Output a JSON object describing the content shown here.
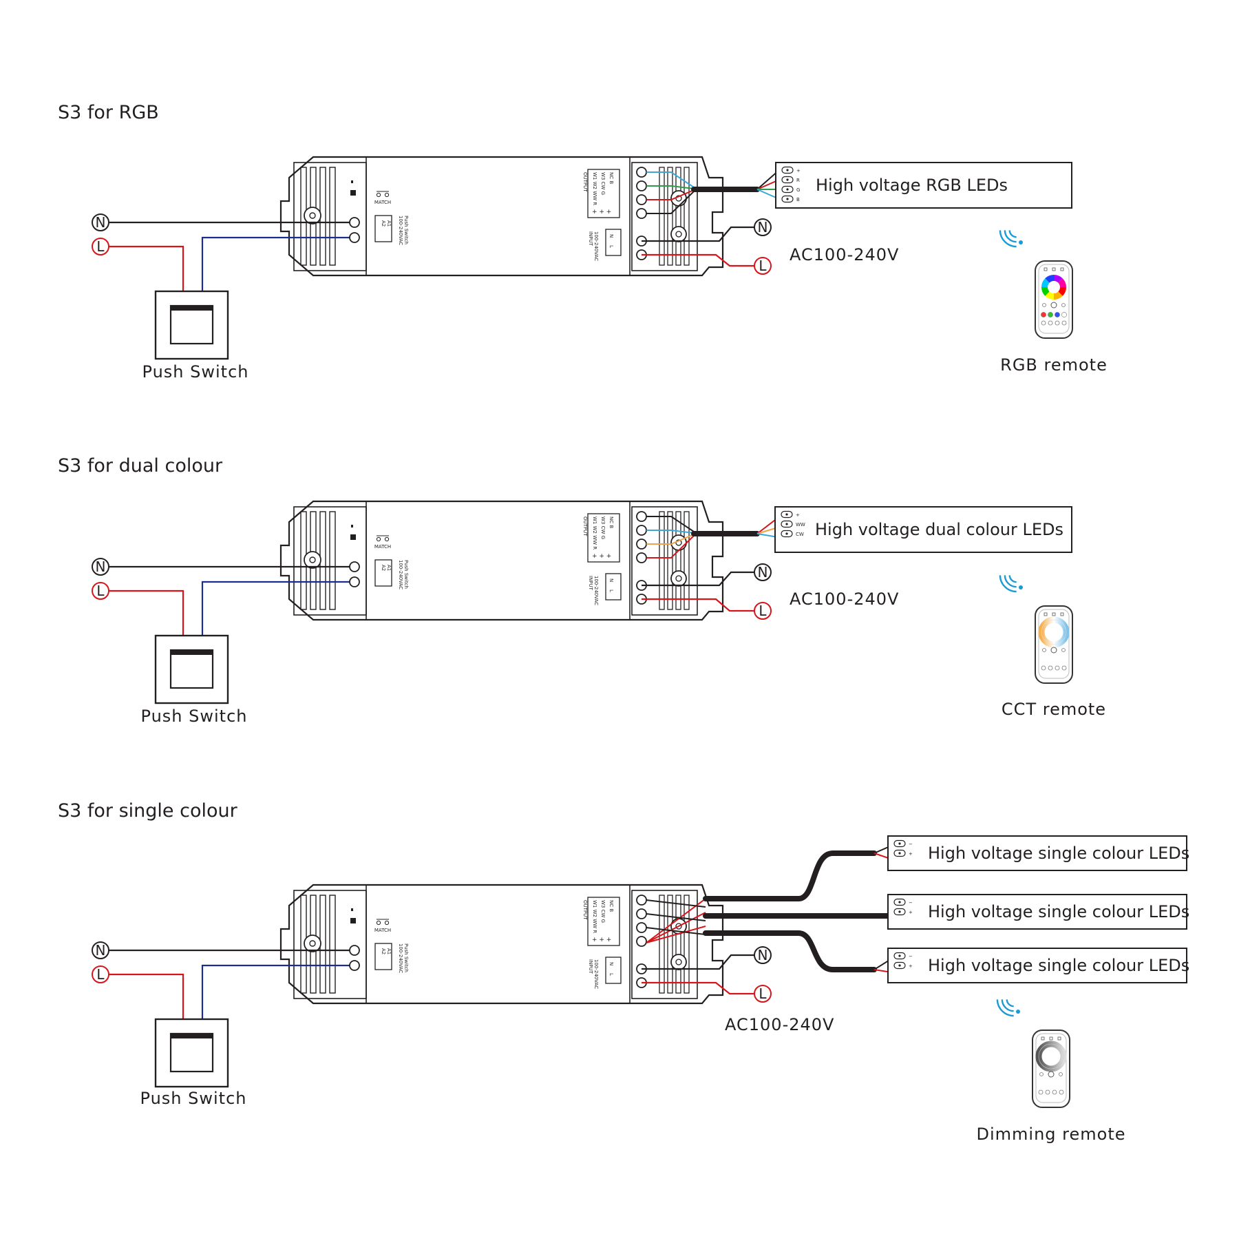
{
  "colors": {
    "line": "#231f20",
    "live": "#d7141a",
    "switch_wire": "#1a2f8c",
    "wire_blue": "#3aa7d8",
    "wire_green": "#2e9a4a",
    "wire_red": "#d7141a",
    "wire_orange": "#f0a24a"
  },
  "common": {
    "mains_label": "AC100-240V",
    "push_switch_label": "Push Switch",
    "neutral": "N",
    "live": "L",
    "match_label": "MATCH",
    "switch_input_label": [
      "100-240VAC",
      "Push Switch"
    ],
    "switch_pins": [
      "A2",
      "A1"
    ],
    "output_label": "OUTPUT",
    "output_rows": [
      "W1 W2 WW R",
      "W3 CW G",
      "NC B"
    ],
    "input_label": [
      "INPUT",
      "100-240VAC"
    ],
    "input_pins": [
      "N",
      "L"
    ],
    "plus_marks": "+ + +"
  },
  "sections": [
    {
      "title": "S3 for RGB",
      "led_label": "High voltage RGB LEDs",
      "led_pins": [
        "+",
        "R",
        "G",
        "B"
      ],
      "remote_label": "RGB remote",
      "remote_icon": "rgb-remote-icon"
    },
    {
      "title": "S3 for dual colour",
      "led_label": "High voltage dual colour LEDs",
      "led_pins": [
        "+",
        "WW",
        "CW"
      ],
      "remote_label": "CCT remote",
      "remote_icon": "cct-remote-icon"
    },
    {
      "title": "S3 for single colour",
      "led_labels": [
        "High voltage single colour LEDs",
        "High voltage single colour LEDs",
        "High voltage single colour LEDs"
      ],
      "led_pins": [
        "−",
        "+"
      ],
      "remote_label": "Dimming remote",
      "remote_icon": "dimming-remote-icon"
    }
  ]
}
